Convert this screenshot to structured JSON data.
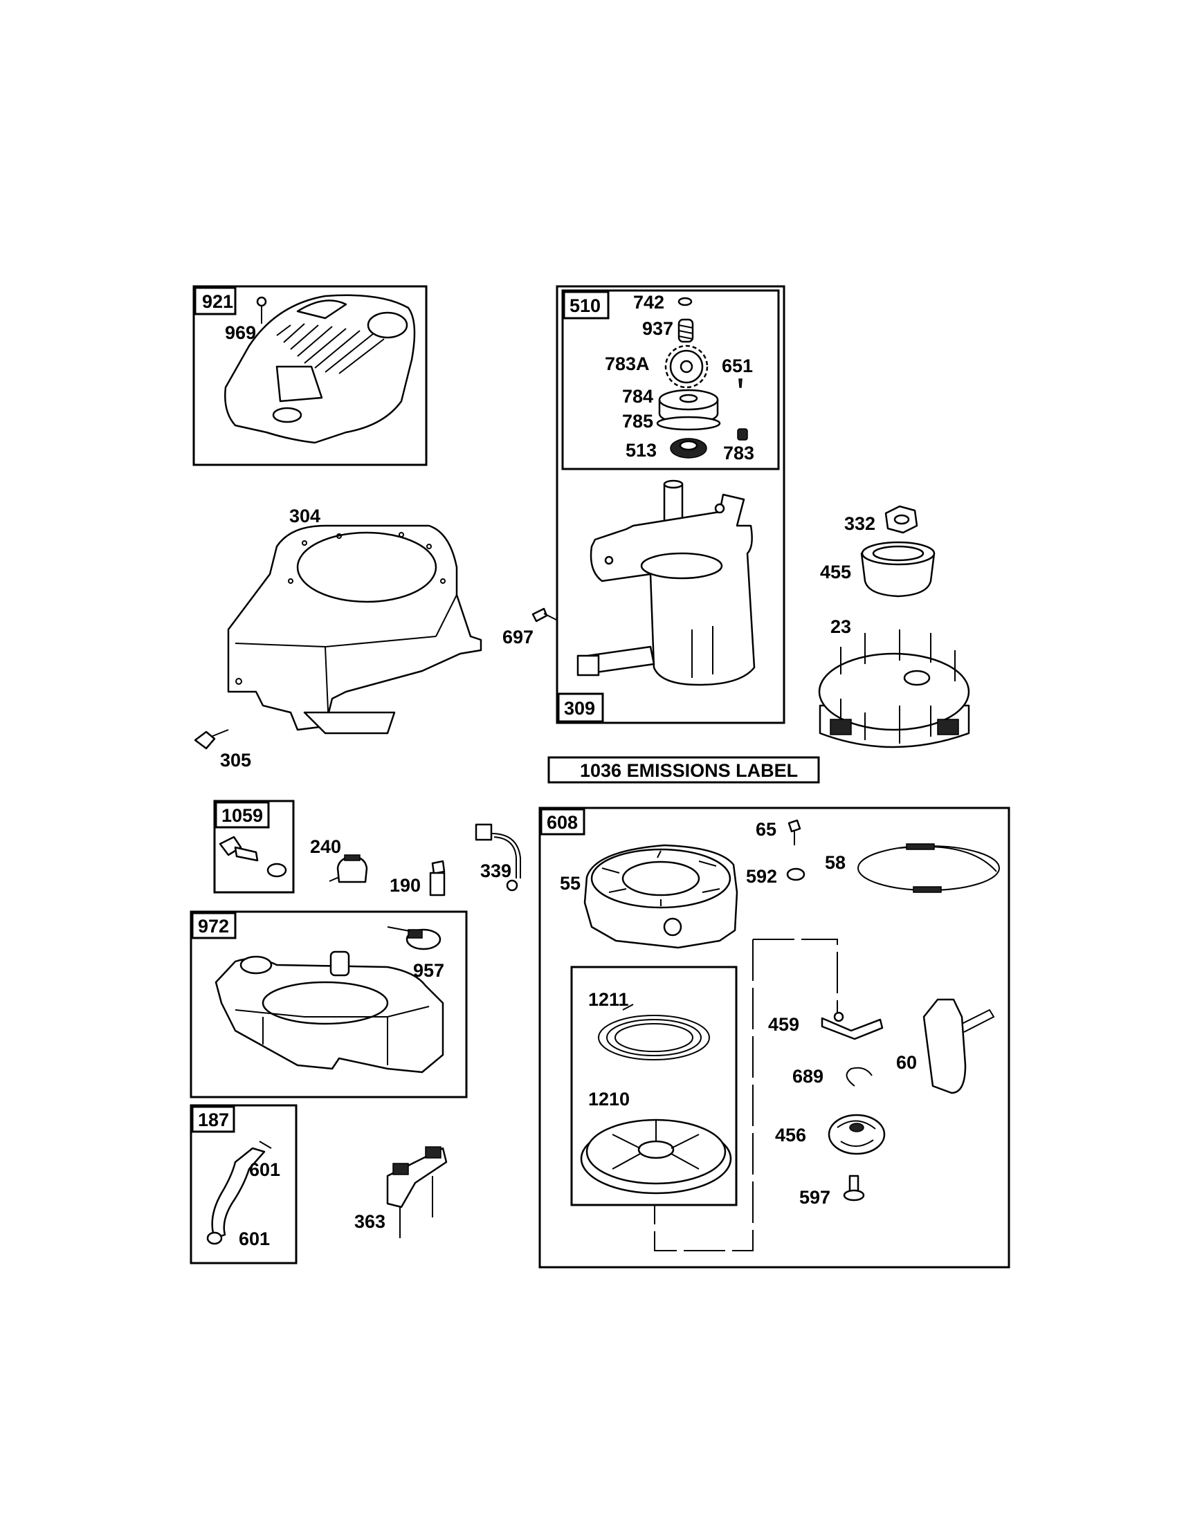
{
  "groups": {
    "g921": "921",
    "g510": "510",
    "g309": "309",
    "g1059": "1059",
    "g972": "972",
    "g187": "187",
    "g608": "608"
  },
  "emissions_label": "1036 EMISSIONS LABEL",
  "parts": {
    "p969": "969",
    "p742": "742",
    "p937": "937",
    "p783A": "783A",
    "p651": "651",
    "p784": "784",
    "p785": "785",
    "p513": "513",
    "p783": "783",
    "p304": "304",
    "p697": "697",
    "p305": "305",
    "p332": "332",
    "p455": "455",
    "p23": "23",
    "p240": "240",
    "p190": "190",
    "p339": "339",
    "p957": "957",
    "p601a": "601",
    "p601b": "601",
    "p363": "363",
    "p65": "65",
    "p592": "592",
    "p58": "58",
    "p55": "55",
    "p1211": "1211",
    "p1210": "1210",
    "p459": "459",
    "p689": "689",
    "p456": "456",
    "p597": "597",
    "p60": "60"
  }
}
